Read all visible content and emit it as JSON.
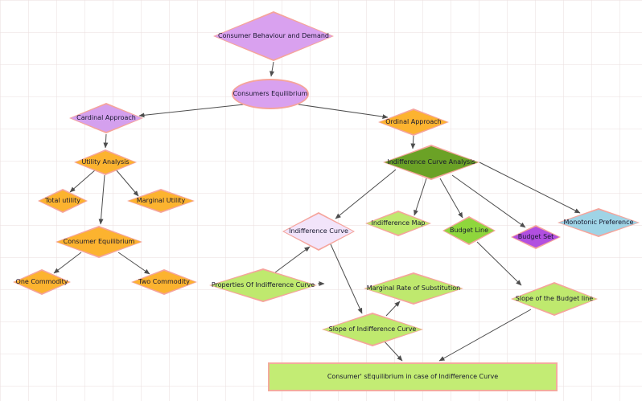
{
  "colors": {
    "node_border": "#f5a49b",
    "edge": "#4d4d4d",
    "background": "#ffffff",
    "purple": "#d9a1ef",
    "orange": "#fcb32f",
    "olive_green": "#6ba226",
    "light_green": "#bfe96e",
    "medium_green": "#8fd63c",
    "violet": "#b14fe0",
    "light_blue": "#9fd4e6",
    "lavender": "#f2e4fa"
  },
  "diagram": {
    "nodes": [
      {
        "id": "consumer-behaviour-and-demand",
        "label": "Consumer Behaviour and Demand",
        "shape": "diamond",
        "fill": "#d9a1ef"
      },
      {
        "id": "consumers-equilibrium",
        "label": "Consumers Equilibrium",
        "shape": "ellipse",
        "fill": "#d9a1ef"
      },
      {
        "id": "cardinal-approach",
        "label": "Cardinal Approach",
        "shape": "diamond",
        "fill": "#d4a0ee"
      },
      {
        "id": "utility-analysis",
        "label": "Utility Analysis",
        "shape": "diamond",
        "fill": "#fcb32f"
      },
      {
        "id": "total-utility",
        "label": "Total utility",
        "shape": "diamond",
        "fill": "#fcb32f"
      },
      {
        "id": "marginal-utility",
        "label": "Marginal Utility",
        "shape": "diamond",
        "fill": "#fcb32f"
      },
      {
        "id": "consumer-equilibrium",
        "label": "Consumer Equilibrium",
        "shape": "diamond",
        "fill": "#fcb32f"
      },
      {
        "id": "one-commodity",
        "label": "One Commodity",
        "shape": "diamond",
        "fill": "#fcb32f"
      },
      {
        "id": "two-commodity",
        "label": "Two Commodity",
        "shape": "diamond",
        "fill": "#fcb32f"
      },
      {
        "id": "ordinal-approach",
        "label": "Ordinal Approach",
        "shape": "diamond",
        "fill": "#fcb32f"
      },
      {
        "id": "indifference-curve-analysis",
        "label": "Indifference Curve Analysis",
        "shape": "diamond",
        "fill": "#6ba226"
      },
      {
        "id": "indifference-curve",
        "label": "Indifference Curve",
        "shape": "diamond",
        "fill": "#f2e4fa"
      },
      {
        "id": "indifference-map",
        "label": "Indifference Map",
        "shape": "diamond",
        "fill": "#bfe96e"
      },
      {
        "id": "budget-line",
        "label": "Budget Line",
        "shape": "diamond",
        "fill": "#8fd63c"
      },
      {
        "id": "budget-set",
        "label": "Budget Set",
        "shape": "diamond",
        "fill": "#b14fe0"
      },
      {
        "id": "monotonic-preference",
        "label": "Monotonic Preference",
        "shape": "diamond",
        "fill": "#9fd4e6"
      },
      {
        "id": "properties-of-indifference-curve",
        "label": "Properties Of Indifference Curve",
        "shape": "diamond",
        "fill": "#bfe96e"
      },
      {
        "id": "marginal-rate-of-substitution",
        "label": "Marginal Rate of Substitution",
        "shape": "diamond",
        "fill": "#bfe96e"
      },
      {
        "id": "slope-of-indifference-curve",
        "label": "Slope of Indifference Curve",
        "shape": "diamond",
        "fill": "#bfe96e"
      },
      {
        "id": "slope-of-the-budget-line",
        "label": "Slope of the Budget line",
        "shape": "diamond",
        "fill": "#bfe96e"
      },
      {
        "id": "consumers-equilibrium-box",
        "label": "Consumer' sEquilibrium in case of Indifference Curve",
        "shape": "rect",
        "fill": "#c3ec74"
      }
    ],
    "edges": [
      {
        "from": "consumer-behaviour-and-demand",
        "to": "consumers-equilibrium"
      },
      {
        "from": "consumers-equilibrium",
        "to": "cardinal-approach"
      },
      {
        "from": "consumers-equilibrium",
        "to": "ordinal-approach"
      },
      {
        "from": "cardinal-approach",
        "to": "utility-analysis"
      },
      {
        "from": "utility-analysis",
        "to": "total-utility"
      },
      {
        "from": "utility-analysis",
        "to": "marginal-utility"
      },
      {
        "from": "utility-analysis",
        "to": "consumer-equilibrium"
      },
      {
        "from": "consumer-equilibrium",
        "to": "one-commodity"
      },
      {
        "from": "consumer-equilibrium",
        "to": "two-commodity"
      },
      {
        "from": "ordinal-approach",
        "to": "indifference-curve-analysis"
      },
      {
        "from": "indifference-curve-analysis",
        "to": "indifference-curve"
      },
      {
        "from": "indifference-curve-analysis",
        "to": "indifference-map"
      },
      {
        "from": "indifference-curve-analysis",
        "to": "budget-line"
      },
      {
        "from": "indifference-curve-analysis",
        "to": "budget-set"
      },
      {
        "from": "indifference-curve-analysis",
        "to": "monotonic-preference"
      },
      {
        "from": "properties-of-indifference-curve",
        "to": "indifference-curve"
      },
      {
        "from": "properties-of-indifference-curve",
        "to": "unconnected-stub"
      },
      {
        "from": "indifference-curve",
        "to": "slope-of-indifference-curve"
      },
      {
        "from": "slope-of-indifference-curve",
        "to": "marginal-rate-of-substitution"
      },
      {
        "from": "budget-line",
        "to": "slope-of-the-budget-line"
      },
      {
        "from": "slope-of-indifference-curve",
        "to": "consumers-equilibrium-box"
      },
      {
        "from": "slope-of-the-budget-line",
        "to": "consumers-equilibrium-box"
      }
    ]
  }
}
